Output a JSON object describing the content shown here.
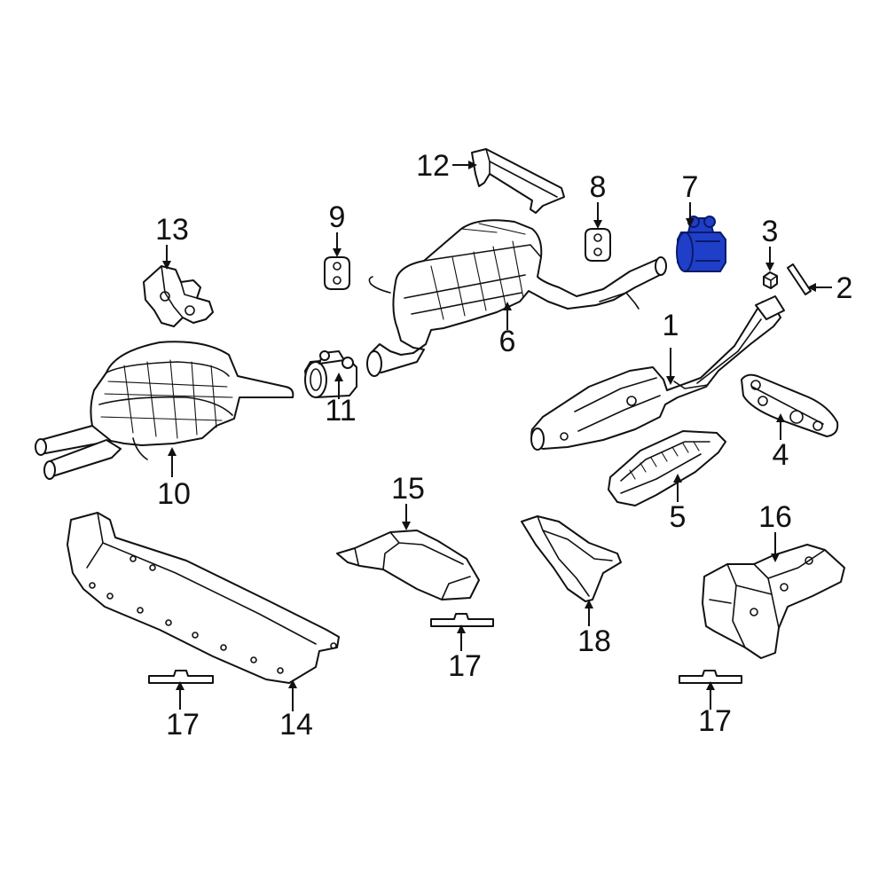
{
  "diagram": {
    "highlight_color": "#1f3fc8",
    "callouts": [
      {
        "id": "c1",
        "label": "1"
      },
      {
        "id": "c2",
        "label": "2"
      },
      {
        "id": "c3",
        "label": "3"
      },
      {
        "id": "c4",
        "label": "4"
      },
      {
        "id": "c5",
        "label": "5"
      },
      {
        "id": "c6",
        "label": "6"
      },
      {
        "id": "c7",
        "label": "7"
      },
      {
        "id": "c8",
        "label": "8"
      },
      {
        "id": "c9",
        "label": "9"
      },
      {
        "id": "c10",
        "label": "10"
      },
      {
        "id": "c11",
        "label": "11"
      },
      {
        "id": "c12",
        "label": "12"
      },
      {
        "id": "c13",
        "label": "13"
      },
      {
        "id": "c14",
        "label": "14"
      },
      {
        "id": "c15",
        "label": "15"
      },
      {
        "id": "c16",
        "label": "16"
      },
      {
        "id": "c17a",
        "label": "17"
      },
      {
        "id": "c17b",
        "label": "17"
      },
      {
        "id": "c17c",
        "label": "17"
      },
      {
        "id": "c18",
        "label": "18"
      }
    ]
  }
}
